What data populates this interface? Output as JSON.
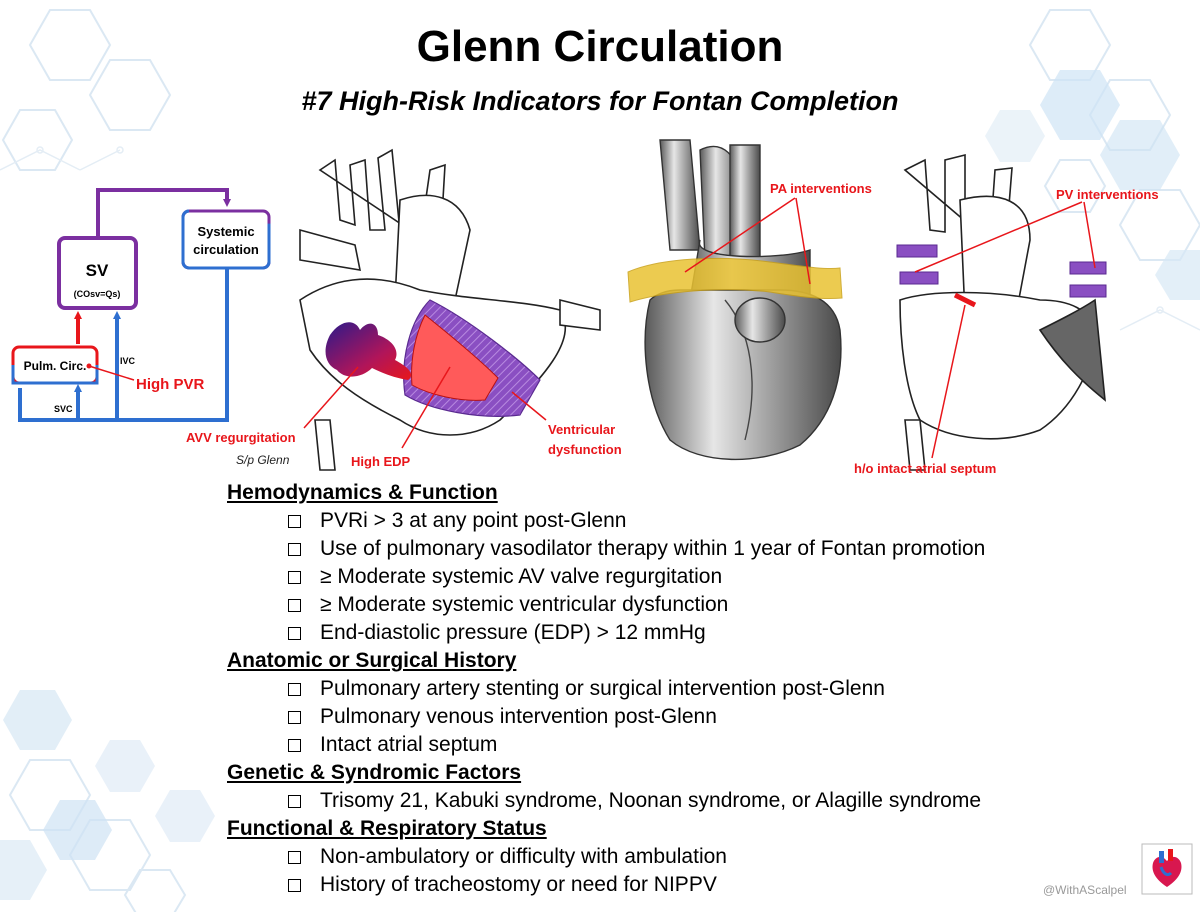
{
  "title": "Glenn Circulation",
  "subtitle": "#7 High-Risk Indicators for Fontan Completion",
  "flow_diagram": {
    "sv_label": "SV",
    "sv_sub": "(COsv=Qs)",
    "systemic": "Systemic circulation",
    "systemic_line1": "Systemic",
    "systemic_line2": "circulation",
    "pulm": "Pulm. Circ.",
    "ivc": "IVC",
    "svc": "SVC",
    "high_pvr": "High PVR"
  },
  "heart_labels": {
    "avv_regurgitation": "AVV regurgitation",
    "sp_glenn": "S/p Glenn",
    "high_edp": "High EDP",
    "ventricular_dysfunction_1": "Ventricular",
    "ventricular_dysfunction_2": "dysfunction",
    "pa_interventions": "PA interventions",
    "pv_interventions": "PV interventions",
    "intact_septum": "h/o intact atrial septum"
  },
  "colors": {
    "red": "#e8161b",
    "purple": "#7b2fa0",
    "blue": "#2e6fd0",
    "yellow": "#e9c232",
    "edp_fill": "#ff5a5a"
  },
  "sections": [
    {
      "heading": "Hemodynamics & Function",
      "items": [
        "PVRi > 3 at any point post-Glenn",
        "Use of pulmonary vasodilator therapy within 1 year of Fontan promotion",
        "≥ Moderate systemic AV valve regurgitation",
        "≥ Moderate systemic ventricular dysfunction",
        "End-diastolic pressure (EDP) > 12 mmHg"
      ]
    },
    {
      "heading": "Anatomic or Surgical History",
      "items": [
        "Pulmonary artery stenting or surgical intervention post-Glenn",
        "Pulmonary venous intervention post-Glenn",
        "Intact atrial septum"
      ]
    },
    {
      "heading": "Genetic & Syndromic Factors",
      "items": [
        "Trisomy 21, Kabuki syndrome, Noonan syndrome, or Alagille syndrome"
      ]
    },
    {
      "heading": "Functional & Respiratory Status",
      "items": [
        "Non-ambulatory or difficulty with ambulation",
        "History of tracheostomy or need for NIPPV"
      ]
    }
  ],
  "credit": "@WithAScalpel"
}
